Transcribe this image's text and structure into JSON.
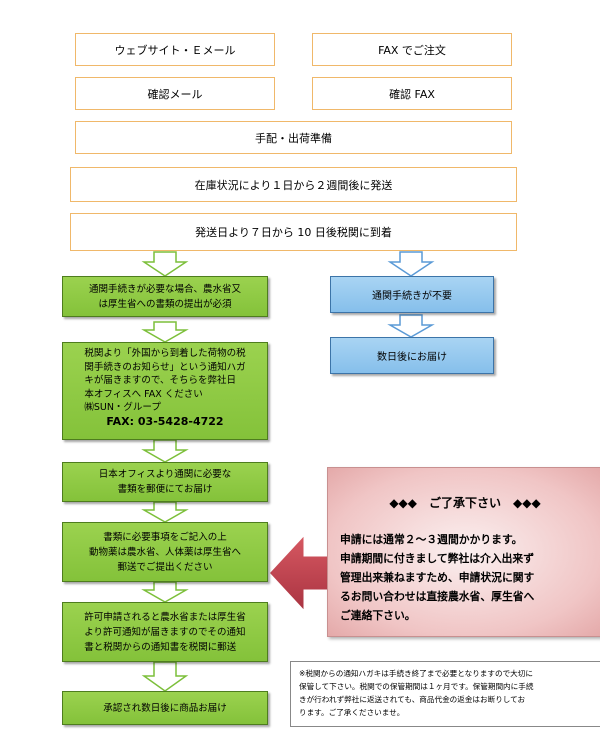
{
  "top": {
    "web_email": "ウェブサイト・Ｅメール",
    "fax_order": "FAX でご注文",
    "confirm_email": "確認メール",
    "confirm_fax": "確認 FAX",
    "arrange": "手配・出荷準備",
    "stock": "在庫状況により１日から２週間後に発送",
    "arrival": "発送日より７日から 10 日後税関に到着"
  },
  "left": {
    "step1": [
      "通関手続きが必要な場合、農水省又",
      "は厚生省への書類の提出が必須"
    ],
    "step2": [
      "税関より「外国から到着した荷物の税",
      "関手続きのお知らせ」という通知ハガ",
      "キが届きますので、そちらを弊社日",
      "本オフィスへ FAX ください",
      "㈱SUN・グループ"
    ],
    "step2_fax": "FAX:  03-5428-4722",
    "step3": [
      "日本オフィスより通関に必要な",
      "書類を郵便にてお届け"
    ],
    "step4": [
      "書類に必要事項をご記入の上",
      "動物薬は農水省、人体薬は厚生省へ",
      "郵送でご提出ください"
    ],
    "step5": [
      "許可申請されると農水省または厚生省",
      "より許可通知が届きますのでその通知",
      "書と税関からの通知書を税関に郵送"
    ],
    "step6": "承認され数日後に商品お届け"
  },
  "right": {
    "step1": "通関手続きが不要",
    "step2": "数日後にお届け"
  },
  "notice": {
    "title": "◆◆◆　ご了承下さい　◆◆◆",
    "body": [
      "申請には通常２～３週間かかります。",
      "申請期間に付きまして弊社は介入出来ず",
      "管理出来兼ねますため、申請状況に関す",
      "るお問い合わせは直接農水省、厚生省へ",
      "ご連絡下さい。"
    ]
  },
  "note": [
    "※税関からの通知ハガキは手続き終了まで必要となりますので大切に",
    "保管して下さい。税関での保管期間は１ヶ月です。保管期間内に手続",
    "きが行われず弊社に返送されても、商品代金の返金はお断りしてお",
    "ります。ご了承くださいませ。"
  ],
  "colors": {
    "orange_border": "#f0b86a",
    "green_fill": "#8cc63f",
    "blue_fill": "#8ec4ee",
    "notice_fill": "#f0c5c5",
    "red_arrow": "#c0404a"
  }
}
